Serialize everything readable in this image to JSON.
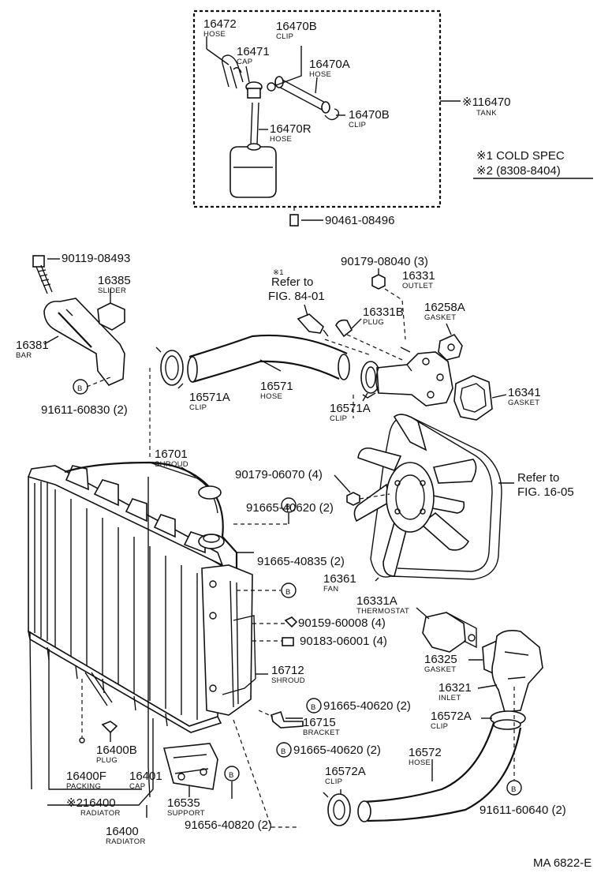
{
  "parts": {
    "hose_16472": {
      "num": "16472",
      "sub": "HOSE"
    },
    "clip_16470b_top": {
      "num": "16470B",
      "sub": "CLIP"
    },
    "cap_16471": {
      "num": "16471",
      "sub": "CAP"
    },
    "hose_16470a": {
      "num": "16470A",
      "sub": "HOSE"
    },
    "clip_16470b": {
      "num": "16470B",
      "sub": "CLIP"
    },
    "hose_16470r": {
      "num": "16470R",
      "sub": "HOSE"
    },
    "tank_116470": {
      "num": "※116470",
      "sub": "TANK"
    },
    "bolt_90461": {
      "num": "90461-08496"
    },
    "bolt_90119": {
      "num": "90119-08493"
    },
    "slider_16385": {
      "num": "16385",
      "sub": "SLIDER"
    },
    "bar_16381": {
      "num": "16381",
      "sub": "BAR"
    },
    "bolt_91611_60830": {
      "num": "91611-60830 (2)"
    },
    "nut_90179_08040": {
      "num": "90179-08040 (3)"
    },
    "outlet_16331": {
      "num": "16331",
      "sub": "OUTLET"
    },
    "plug_16331b": {
      "num": "16331B",
      "sub": "PLUG"
    },
    "gasket_16258a": {
      "num": "16258A",
      "sub": "GASKET"
    },
    "clip_16571a_l": {
      "num": "16571A",
      "sub": "CLIP"
    },
    "hose_16571": {
      "num": "16571",
      "sub": "HOSE"
    },
    "clip_16571a_r": {
      "num": "16571A",
      "sub": "CLIP"
    },
    "gasket_16341": {
      "num": "16341",
      "sub": "GASKET"
    },
    "shroud_16701": {
      "num": "16701",
      "sub": "SHROUD"
    },
    "nut_90179_06070": {
      "num": "90179-06070 (4)"
    },
    "bolt_91665_40620_a": {
      "num": "91665-40620 (2)"
    },
    "bolt_91665_40835": {
      "num": "91665-40835 (2)"
    },
    "fan_16361": {
      "num": "16361",
      "sub": "FAN"
    },
    "thermostat_16331a": {
      "num": "16331A",
      "sub": "THERMOSTAT"
    },
    "bolt_90159": {
      "num": "90159-60008 (4)"
    },
    "nut_90183": {
      "num": "90183-06001 (4)"
    },
    "gasket_16325": {
      "num": "16325",
      "sub": "GASKET"
    },
    "shroud_16712": {
      "num": "16712",
      "sub": "SHROUD"
    },
    "inlet_16321": {
      "num": "16321",
      "sub": "INLET"
    },
    "clip_16572a_r": {
      "num": "16572A",
      "sub": "CLIP"
    },
    "bolt_91665_40620_b": {
      "num": "91665-40620 (2)"
    },
    "bracket_16715": {
      "num": "16715",
      "sub": "BRACKET"
    },
    "bolt_91665_40620_c": {
      "num": "91665-40620 (2)"
    },
    "plug_16400b": {
      "num": "16400B",
      "sub": "PLUG"
    },
    "hose_16572": {
      "num": "16572",
      "sub": "HOSE"
    },
    "packing_16400f": {
      "num": "16400F",
      "sub": "PACKING"
    },
    "cap_16401": {
      "num": "16401",
      "sub": "CAP"
    },
    "clip_16572a_l": {
      "num": "16572A",
      "sub": "CLIP"
    },
    "radiator_216400": {
      "num": "※216400",
      "sub": "RADIATOR"
    },
    "support_16535": {
      "num": "16535",
      "sub": "SUPPORT"
    },
    "bolt_91611_60640": {
      "num": "91611-60640 (2)"
    },
    "radiator_16400": {
      "num": "16400",
      "sub": "RADIATOR"
    },
    "bolt_91656": {
      "num": "91656-40820 (2)"
    }
  },
  "notes": {
    "cold_spec": "※1 COLD SPEC",
    "date_range": "※2 (8308-8404)",
    "ref1_mark": "※1",
    "ref1_line1": "Refer to",
    "ref1_line2": "FIG. 84-01",
    "ref2_line1": "Refer to",
    "ref2_line2": "FIG. 16-05",
    "b_mark": "B",
    "figure_id": "MA 6822-E"
  }
}
